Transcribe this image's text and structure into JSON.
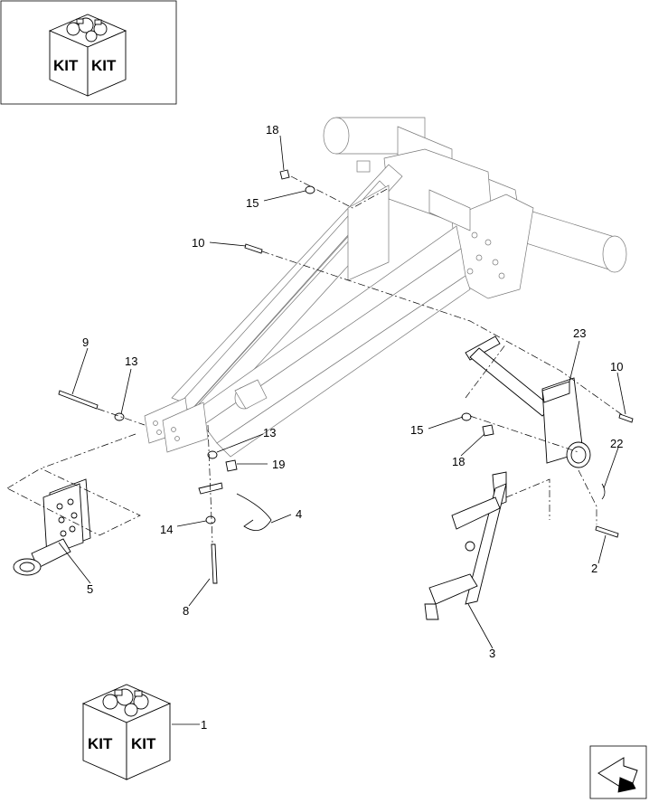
{
  "kit_icon": {
    "words": [
      "KIT",
      "KIT"
    ]
  },
  "callouts": [
    {
      "id": "18a",
      "text": "18"
    },
    {
      "id": "15a",
      "text": "15"
    },
    {
      "id": "10a",
      "text": "10"
    },
    {
      "id": "9",
      "text": "9"
    },
    {
      "id": "13a",
      "text": "13"
    },
    {
      "id": "13b",
      "text": "13"
    },
    {
      "id": "19",
      "text": "19"
    },
    {
      "id": "4",
      "text": "4"
    },
    {
      "id": "14",
      "text": "14"
    },
    {
      "id": "8",
      "text": "8"
    },
    {
      "id": "5",
      "text": "5"
    },
    {
      "id": "23",
      "text": "23"
    },
    {
      "id": "10b",
      "text": "10"
    },
    {
      "id": "15b",
      "text": "15"
    },
    {
      "id": "18b",
      "text": "18"
    },
    {
      "id": "22",
      "text": "22"
    },
    {
      "id": "2",
      "text": "2"
    },
    {
      "id": "3",
      "text": "3"
    },
    {
      "id": "1",
      "text": "1"
    }
  ],
  "nav_icon": "next-page-arrow-icon"
}
